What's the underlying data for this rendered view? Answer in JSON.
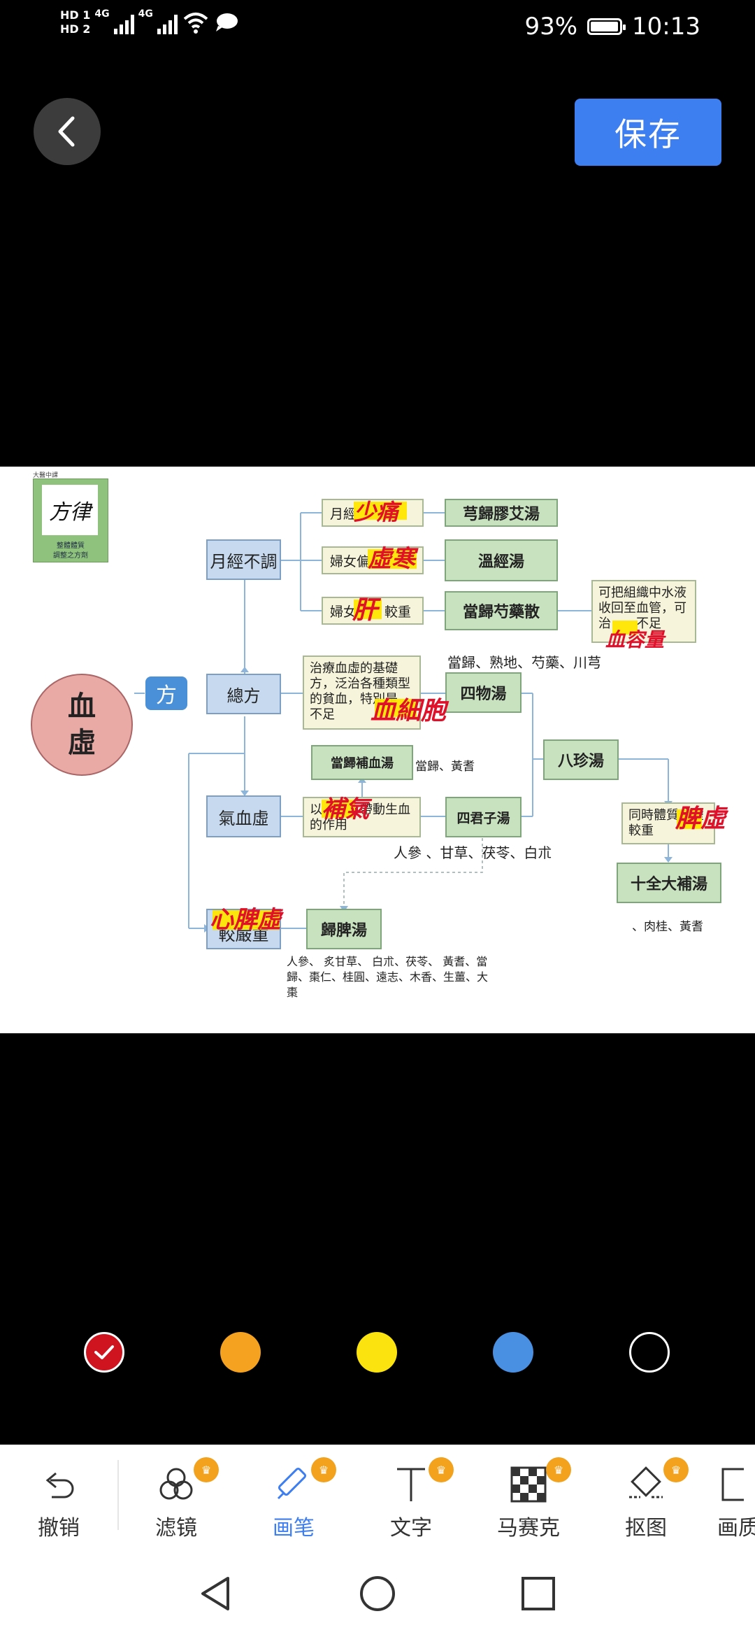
{
  "status_bar": {
    "hd1": "HD 1",
    "hd2": "HD 2",
    "net1": "4G",
    "net2": "4G",
    "battery": "93%",
    "time": "10:13"
  },
  "header": {
    "save_label": "保存"
  },
  "diagram": {
    "logo_caption_top": "大醫中課",
    "logo_title": "方律",
    "logo_caption_1": "整體體質",
    "logo_caption_2": "調整之方劑",
    "root": "血\n虛",
    "fang": "方",
    "zongfang": "總方",
    "yuejing": "月經不調",
    "qixue": "氣血虛",
    "severe": "較嚴重",
    "r1": "月經",
    "r2": "婦女偏",
    "r3a": "婦女",
    "r3b": "較重",
    "f1": "芎歸膠艾湯",
    "f2": "溫經湯",
    "f3": "當歸芍藥散",
    "note_danggui": "可把組織中水液收回至血管，可治　　不足",
    "ingredients_siwu": "當歸、熟地、芍藥、川芎",
    "basic_desc": "治療血虛的基礎方，泛治各種類型的貧血，特別是　　　不足",
    "siwu": "四物湯",
    "danggui_buxue": "當歸補血湯",
    "danggui_buxue_ing": "當歸、黃耆",
    "bazhen": "八珍湯",
    "qi_desc": "以　　方帶動生血的作用",
    "sijunzi": "四君子湯",
    "sijunzi_ing": "人參 、甘草、茯苓、白朮",
    "tongshi": "同時體質偏虛較重",
    "shiquan": "十全大補湯",
    "shiquan_ing": "、肉桂、黃耆",
    "guipi": "歸脾湯",
    "guipi_ing": "人參、 炙甘草、 白朮、茯苓、 黃耆、當歸、棗仁、桂圓、遠志、木香、生薑、大棗",
    "handwriting": [
      "少痛",
      "虛寒",
      "肝",
      "血容量",
      "血細胞",
      "補氣",
      "脾虛",
      "心脾虛"
    ]
  },
  "colors": {
    "palette": [
      "#d0141f",
      "#f4a21f",
      "#fbe30f",
      "#4a90e2",
      "#000000"
    ],
    "selected_index": 0,
    "accent": "#3d7ef1"
  },
  "toolbar": {
    "items": [
      {
        "label": "撤销",
        "icon": "undo-icon"
      },
      {
        "label": "滤镜",
        "icon": "filter-icon"
      },
      {
        "label": "画笔",
        "icon": "brush-icon"
      },
      {
        "label": "文字",
        "icon": "text-icon"
      },
      {
        "label": "马赛克",
        "icon": "mosaic-icon"
      },
      {
        "label": "抠图",
        "icon": "cutout-icon"
      },
      {
        "label": "画质",
        "icon": "quality-icon"
      }
    ],
    "active_index": 2
  }
}
